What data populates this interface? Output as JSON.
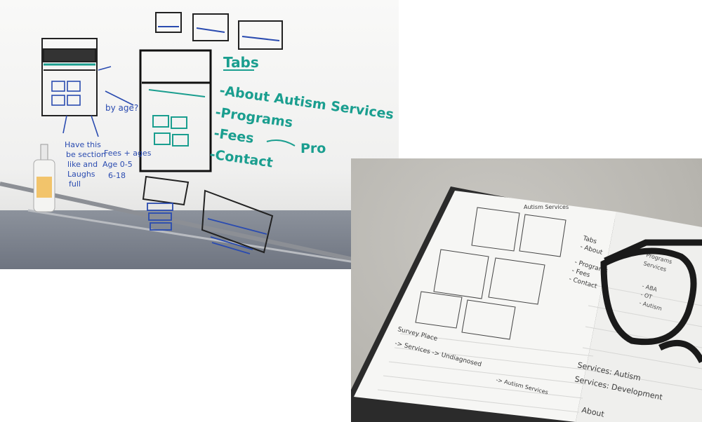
{
  "whiteboard": {
    "tabs_heading": "Tabs",
    "tab_items": [
      "-About Autism Services",
      "-Programs",
      "-Fees",
      "Pro",
      "-Contact"
    ],
    "notes_left": [
      "Have this",
      "be section",
      "like and",
      "Laughs",
      "full"
    ],
    "notes_right": [
      "Fees + ages",
      "Age 0-5",
      "6-18"
    ],
    "arrow_notes": [
      "by age?"
    ]
  },
  "notebook": {
    "header": "Autism Services",
    "tab_list": [
      "Tabs",
      "- About",
      "- Programs",
      "- Fees",
      "- Contact"
    ],
    "right_list": [
      "Programs",
      "Services",
      "- ABA",
      "- OT",
      "- Autism"
    ],
    "bottom_notes": [
      "Survey Place",
      "-> Services -> Undiagnosed",
      "-> Autism Services"
    ],
    "right_bottom": [
      "Services: Autism",
      "Services: Development",
      "About"
    ]
  }
}
